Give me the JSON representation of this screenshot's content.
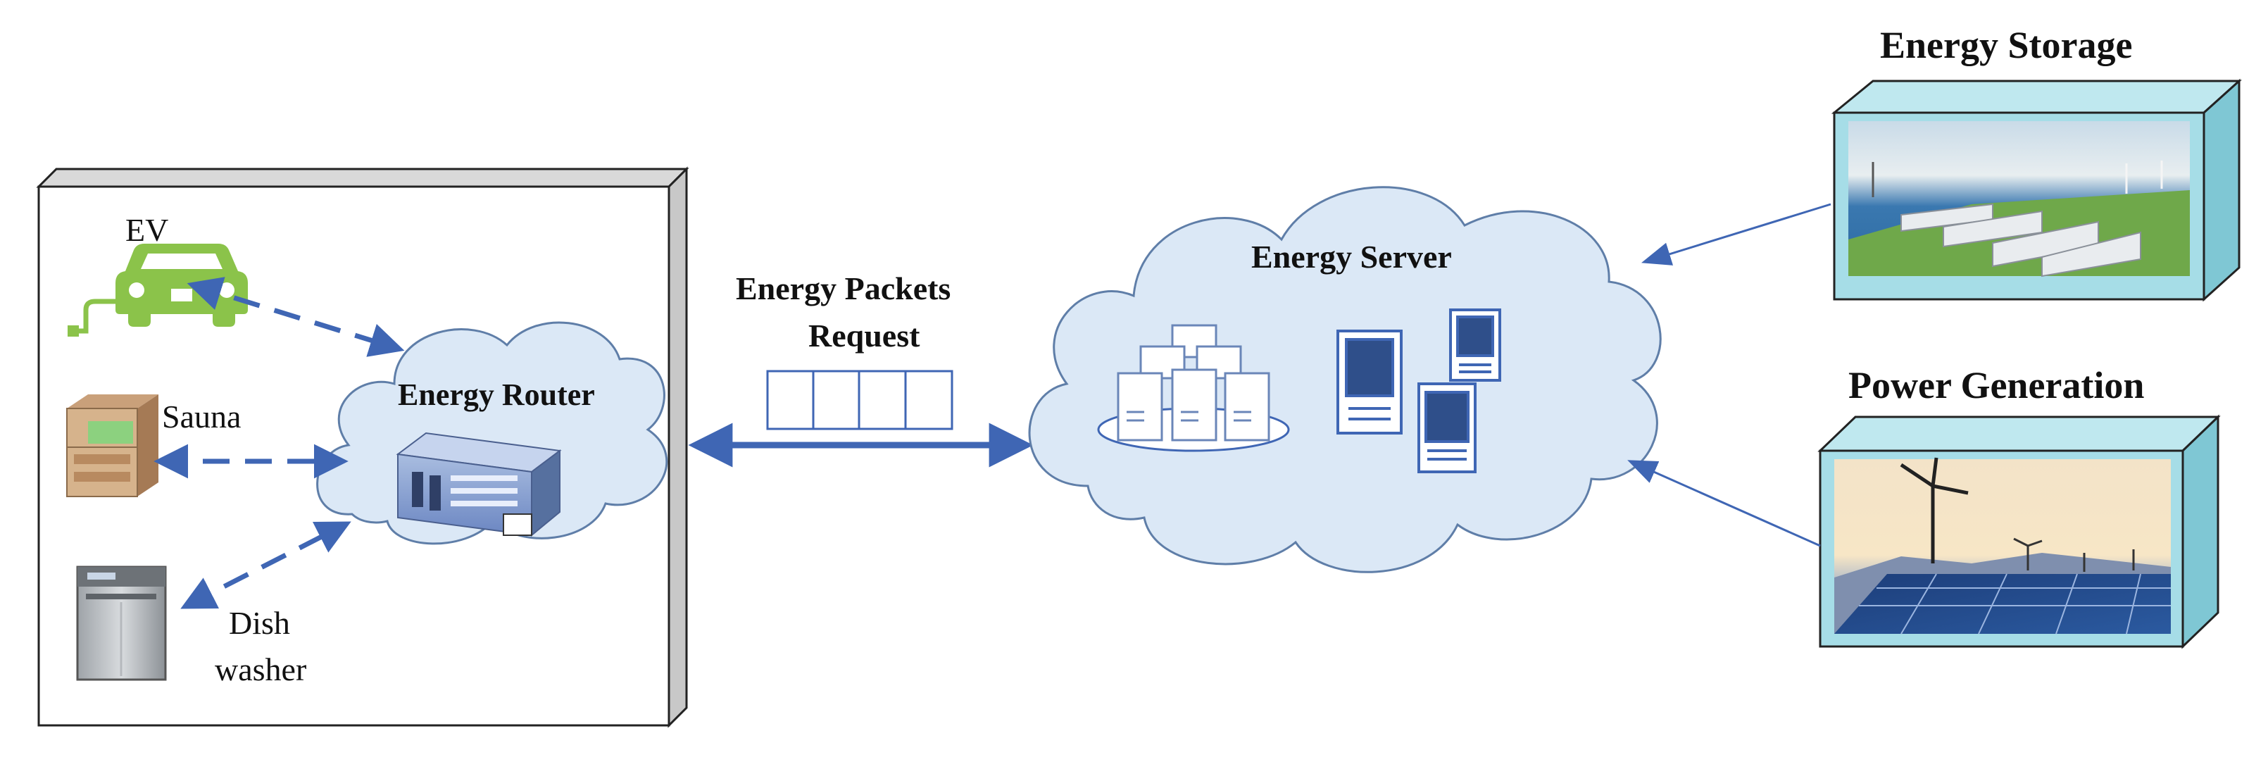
{
  "labels": {
    "ev": "EV",
    "sauna": "Sauna",
    "dish_line1": "Dish",
    "dish_line2": "washer",
    "energy_router": "Energy Router",
    "packets_line1": "Energy Packets",
    "packets_line2": "Request",
    "energy_server": "Energy Server",
    "energy_storage": "Energy Storage",
    "power_generation": "Power Generation"
  },
  "colors": {
    "arrow": "#3f66b4",
    "cloud_fill": "#dbe8f6",
    "cloud_stroke": "#5f7ea8",
    "ev_icon": "#8bc34a",
    "panel_teal": "#a6dde7"
  },
  "icons": {
    "ev": "electric-car-icon",
    "sauna": "sauna-cabin-icon",
    "dishwasher": "dishwasher-icon",
    "router": "router-device-icon",
    "server_rack": "server-cluster-icon",
    "server_towers": "server-tower-icon"
  }
}
